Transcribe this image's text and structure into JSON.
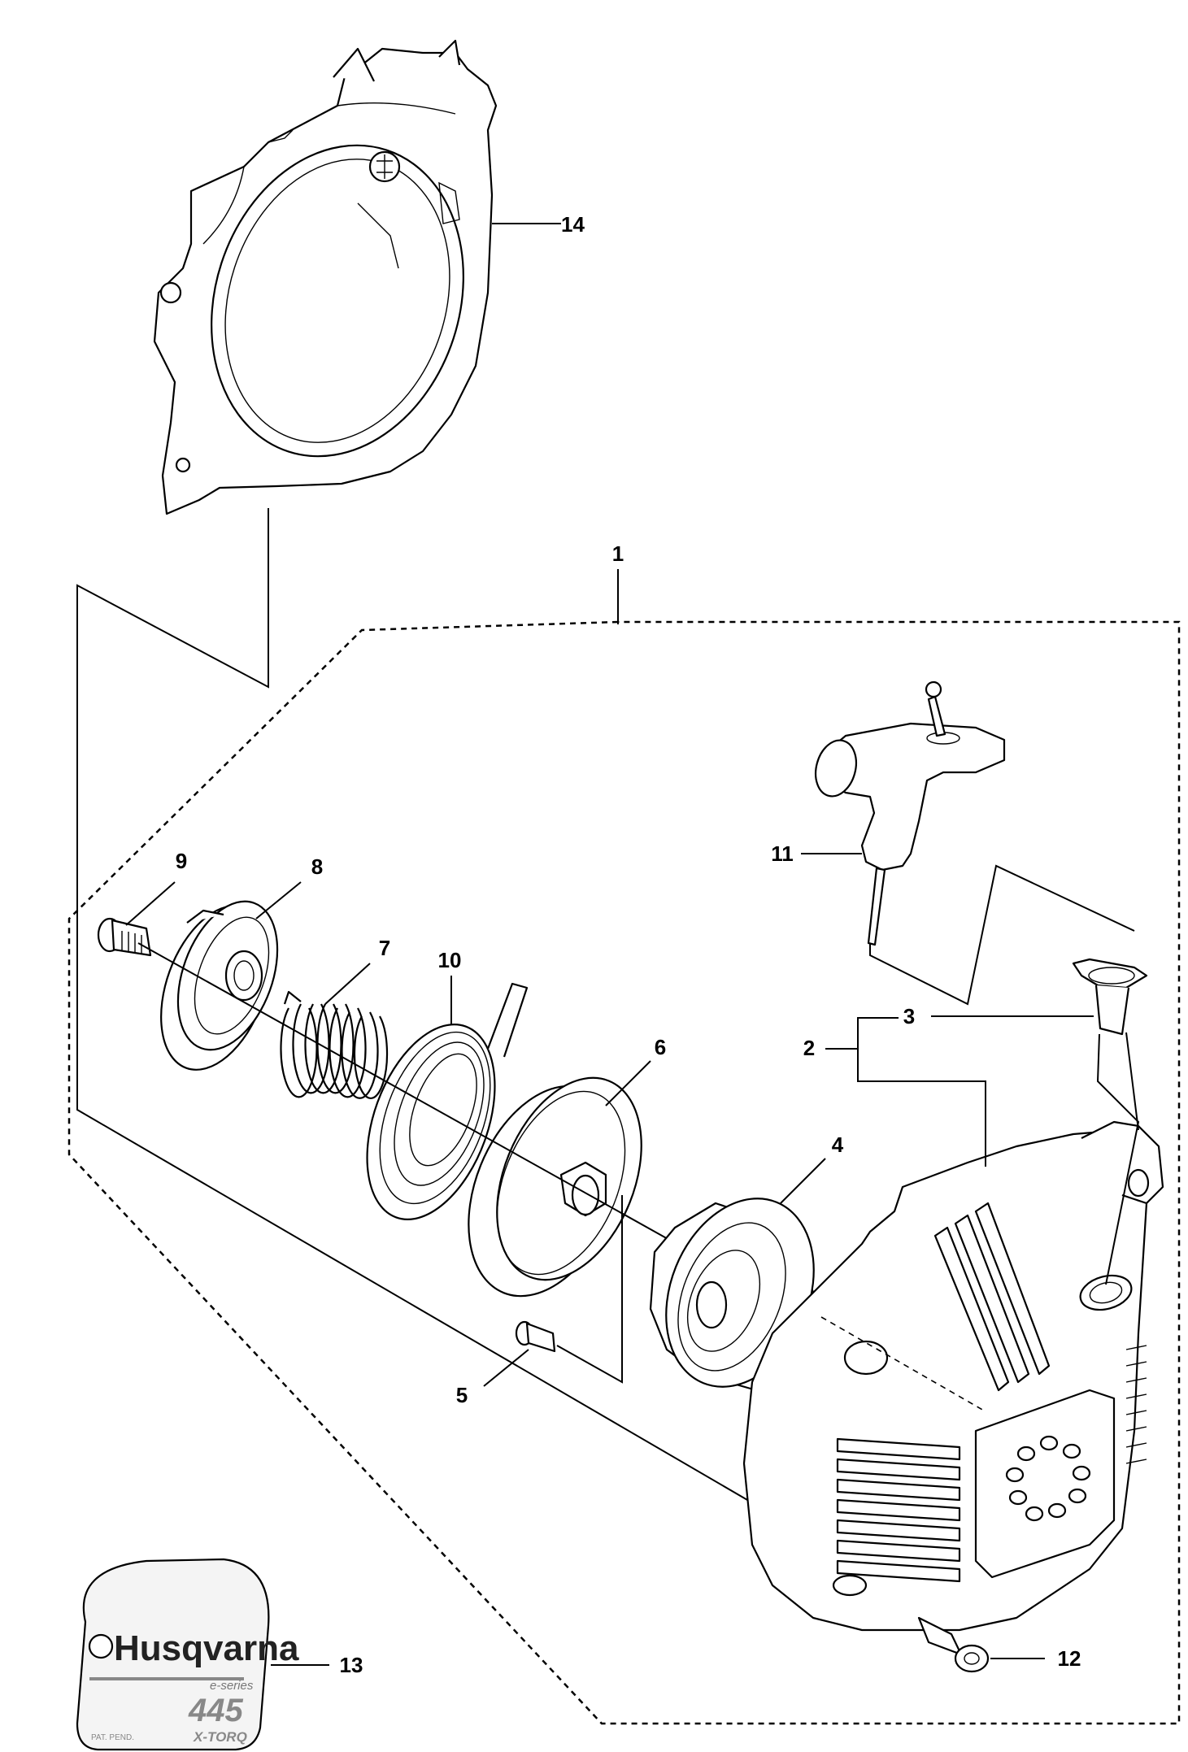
{
  "callouts": [
    {
      "id": "1",
      "label": "1"
    },
    {
      "id": "2",
      "label": "2"
    },
    {
      "id": "3",
      "label": "3"
    },
    {
      "id": "4",
      "label": "4"
    },
    {
      "id": "5",
      "label": "5"
    },
    {
      "id": "6",
      "label": "6"
    },
    {
      "id": "7",
      "label": "7"
    },
    {
      "id": "8",
      "label": "8"
    },
    {
      "id": "9",
      "label": "9"
    },
    {
      "id": "10",
      "label": "10"
    },
    {
      "id": "11",
      "label": "11"
    },
    {
      "id": "12",
      "label": "12"
    },
    {
      "id": "13",
      "label": "13"
    },
    {
      "id": "14",
      "label": "14"
    }
  ],
  "decal": {
    "brand": "Husqvarna",
    "series": "e-series",
    "model": "445",
    "patent": "PAT. PEND.",
    "engine": "X-TORQ"
  }
}
